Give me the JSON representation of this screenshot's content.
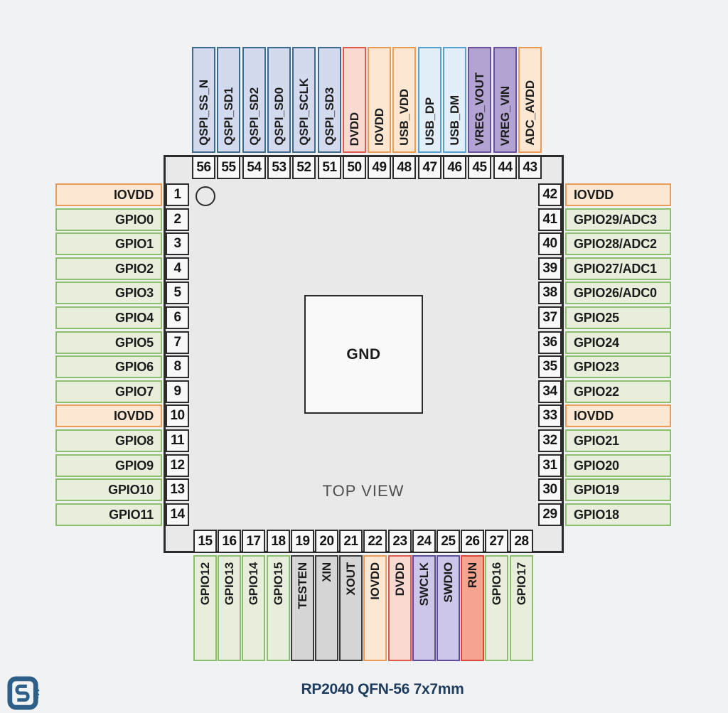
{
  "footer": {
    "caption": "RP2040 QFN-56 7x7mm"
  },
  "chip": {
    "gnd_label": "GND",
    "view_label": "TOP VIEW"
  },
  "colors": {
    "gpio": {
      "fill": "#e7efdc",
      "border": "#8cbf6c"
    },
    "power": {
      "fill": "#fbe7d2",
      "border": "#eb9b58"
    },
    "dvdd": {
      "fill": "#f9dad3",
      "border": "#df5a4a"
    },
    "qspi": {
      "fill": "#d3daee",
      "border": "#3d6b8e"
    },
    "usb": {
      "fill": "#e2eef8",
      "border": "#57a0d2"
    },
    "vreg": {
      "fill": "#b2a3d2",
      "border": "#6a50a0"
    },
    "swd": {
      "fill": "#ccc6e9",
      "border": "#5e4d9e"
    },
    "run": {
      "fill": "#f4a48f",
      "border": "#d8493a"
    },
    "xtal": {
      "fill": "#d6d6d6",
      "border": "#3a3a3a"
    },
    "chip_body": "#e9e9e9",
    "outline": "#2b2b2b",
    "caption_text": "#1e3c5e",
    "logo_blue": "#2d5f88"
  },
  "pins": {
    "top": [
      {
        "num": "56",
        "label": "QSPI_SS_N",
        "type": "qspi"
      },
      {
        "num": "55",
        "label": "QSPI_SD1",
        "type": "qspi"
      },
      {
        "num": "54",
        "label": "QSPI_SD2",
        "type": "qspi"
      },
      {
        "num": "53",
        "label": "QSPI_SD0",
        "type": "qspi"
      },
      {
        "num": "52",
        "label": "QSPI_SCLK",
        "type": "qspi"
      },
      {
        "num": "51",
        "label": "QSPI_SD3",
        "type": "qspi"
      },
      {
        "num": "50",
        "label": "DVDD",
        "type": "dvdd"
      },
      {
        "num": "49",
        "label": "IOVDD",
        "type": "power"
      },
      {
        "num": "48",
        "label": "USB_VDD",
        "type": "power"
      },
      {
        "num": "47",
        "label": "USB_DP",
        "type": "usb"
      },
      {
        "num": "46",
        "label": "USB_DM",
        "type": "usb"
      },
      {
        "num": "45",
        "label": "VREG_VOUT",
        "type": "vreg"
      },
      {
        "num": "44",
        "label": "VREG_VIN",
        "type": "vreg"
      },
      {
        "num": "43",
        "label": "ADC_AVDD",
        "type": "power"
      }
    ],
    "left": [
      {
        "num": "1",
        "label": "IOVDD",
        "type": "power"
      },
      {
        "num": "2",
        "label": "GPIO0",
        "type": "gpio"
      },
      {
        "num": "3",
        "label": "GPIO1",
        "type": "gpio"
      },
      {
        "num": "4",
        "label": "GPIO2",
        "type": "gpio"
      },
      {
        "num": "5",
        "label": "GPIO3",
        "type": "gpio"
      },
      {
        "num": "6",
        "label": "GPIO4",
        "type": "gpio"
      },
      {
        "num": "7",
        "label": "GPIO5",
        "type": "gpio"
      },
      {
        "num": "8",
        "label": "GPIO6",
        "type": "gpio"
      },
      {
        "num": "9",
        "label": "GPIO7",
        "type": "gpio"
      },
      {
        "num": "10",
        "label": "IOVDD",
        "type": "power"
      },
      {
        "num": "11",
        "label": "GPIO8",
        "type": "gpio"
      },
      {
        "num": "12",
        "label": "GPIO9",
        "type": "gpio"
      },
      {
        "num": "13",
        "label": "GPIO10",
        "type": "gpio"
      },
      {
        "num": "14",
        "label": "GPIO11",
        "type": "gpio"
      }
    ],
    "right": [
      {
        "num": "42",
        "label": "IOVDD",
        "type": "power"
      },
      {
        "num": "41",
        "label": "GPIO29/ADC3",
        "type": "gpio"
      },
      {
        "num": "40",
        "label": "GPIO28/ADC2",
        "type": "gpio"
      },
      {
        "num": "39",
        "label": "GPIO27/ADC1",
        "type": "gpio"
      },
      {
        "num": "38",
        "label": "GPIO26/ADC0",
        "type": "gpio"
      },
      {
        "num": "37",
        "label": "GPIO25",
        "type": "gpio"
      },
      {
        "num": "36",
        "label": "GPIO24",
        "type": "gpio"
      },
      {
        "num": "35",
        "label": "GPIO23",
        "type": "gpio"
      },
      {
        "num": "34",
        "label": "GPIO22",
        "type": "gpio"
      },
      {
        "num": "33",
        "label": "IOVDD",
        "type": "power"
      },
      {
        "num": "32",
        "label": "GPIO21",
        "type": "gpio"
      },
      {
        "num": "31",
        "label": "GPIO20",
        "type": "gpio"
      },
      {
        "num": "30",
        "label": "GPIO19",
        "type": "gpio"
      },
      {
        "num": "29",
        "label": "GPIO18",
        "type": "gpio"
      }
    ],
    "bottom": [
      {
        "num": "15",
        "label": "GPIO12",
        "type": "gpio"
      },
      {
        "num": "16",
        "label": "GPIO13",
        "type": "gpio"
      },
      {
        "num": "17",
        "label": "GPIO14",
        "type": "gpio"
      },
      {
        "num": "18",
        "label": "GPIO15",
        "type": "gpio"
      },
      {
        "num": "19",
        "label": "TESTEN",
        "type": "xtal"
      },
      {
        "num": "20",
        "label": "XIN",
        "type": "xtal"
      },
      {
        "num": "21",
        "label": "XOUT",
        "type": "xtal"
      },
      {
        "num": "22",
        "label": "IOVDD",
        "type": "power"
      },
      {
        "num": "23",
        "label": "DVDD",
        "type": "dvdd"
      },
      {
        "num": "24",
        "label": "SWCLK",
        "type": "swd"
      },
      {
        "num": "25",
        "label": "SWDIO",
        "type": "swd"
      },
      {
        "num": "26",
        "label": "RUN",
        "type": "run"
      },
      {
        "num": "27",
        "label": "GPIO16",
        "type": "gpio"
      },
      {
        "num": "28",
        "label": "GPIO17",
        "type": "gpio"
      }
    ]
  }
}
